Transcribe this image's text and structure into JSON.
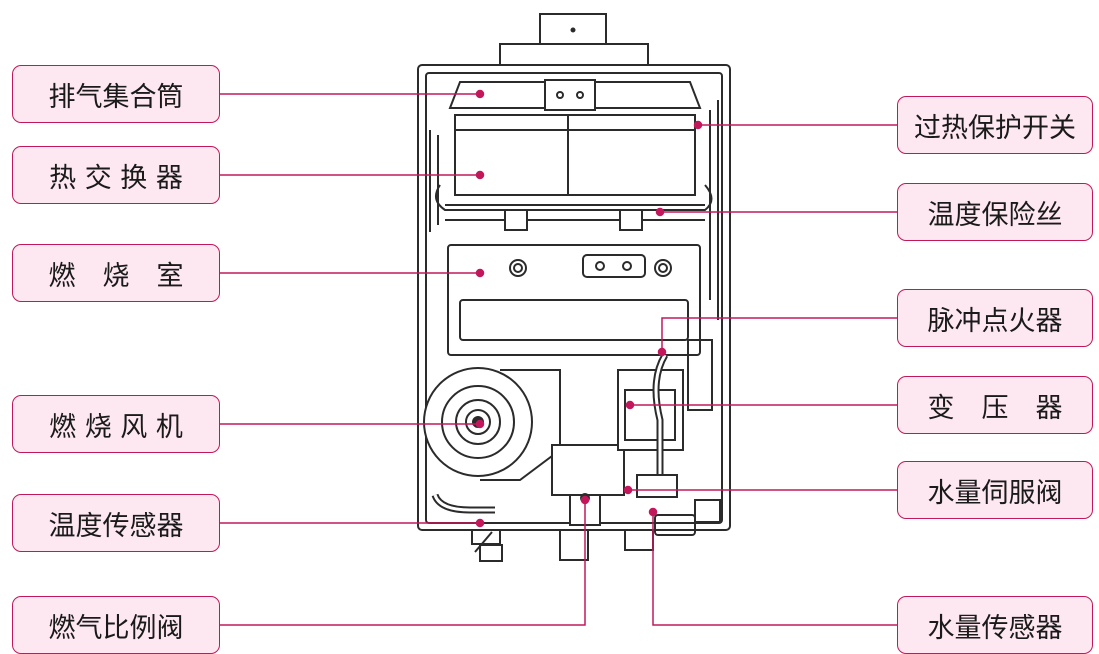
{
  "accent": "#c2185b",
  "label_fill": "#fde8f1",
  "labels": {
    "exhaust_collector": "排气集合筒",
    "heat_exchanger": "热 交 换 器",
    "combustion_chamber": "燃　烧　室",
    "combustion_fan": "燃 烧 风 机",
    "temperature_sensor": "温度传感器",
    "gas_proportional_valve": "燃气比例阀",
    "overheat_switch": "过热保护开关",
    "thermal_fuse": "温度保险丝",
    "pulse_igniter": "脉冲点火器",
    "transformer": "变　压　器",
    "water_servo_valve": "水量伺服阀",
    "water_flow_sensor": "水量传感器"
  }
}
